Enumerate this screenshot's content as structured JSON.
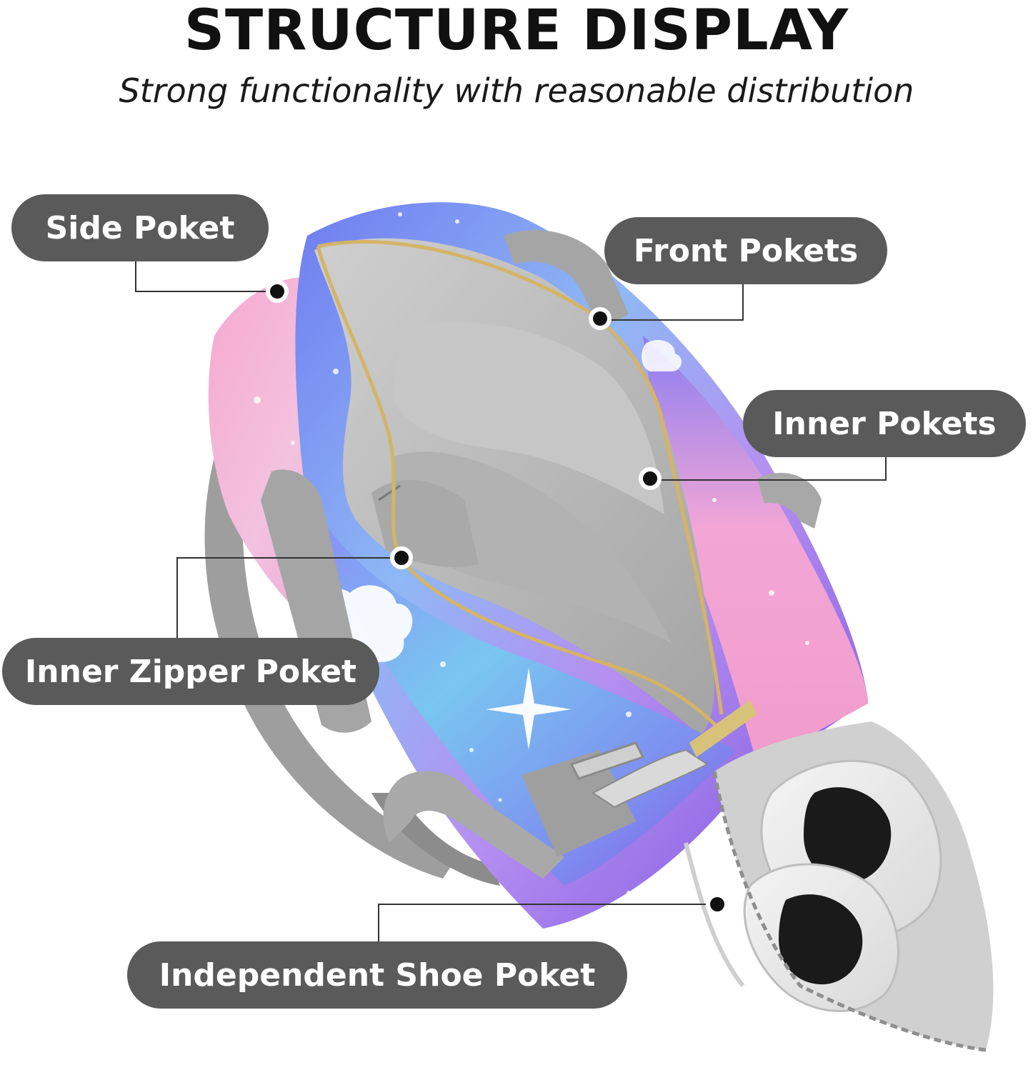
{
  "header": {
    "title": "STRUCTURE DISPLAY",
    "subtitle": "Strong functionality with reasonable distribution"
  },
  "callouts": {
    "side": "Side Poket",
    "front": "Front Pokets",
    "inner": "Inner Pokets",
    "inner_zipper": "Inner Zipper Poket",
    "shoe": "Independent Shoe Poket"
  },
  "colors": {
    "callout_bg": "#5a5a5a",
    "callout_text": "#ffffff",
    "connector": "#333333",
    "marker": "#111111",
    "marker_ring": "#ffffff"
  }
}
